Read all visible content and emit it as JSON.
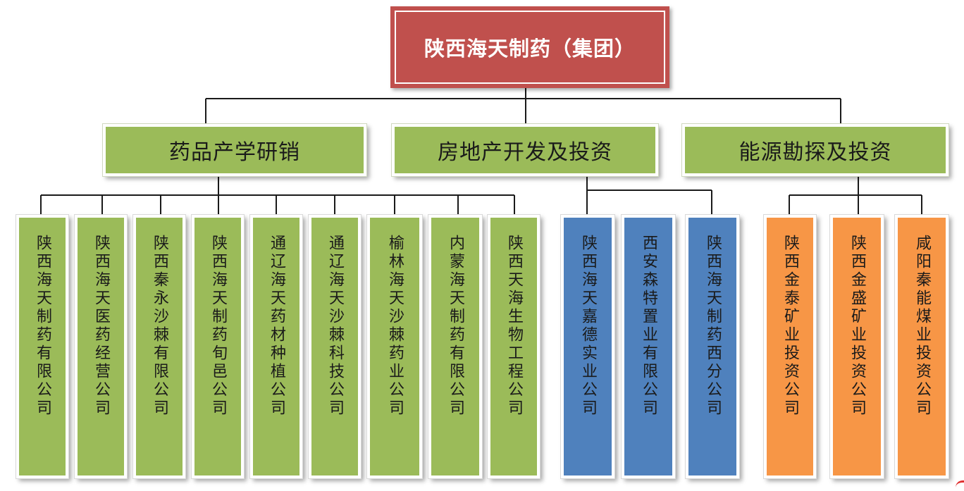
{
  "root": {
    "label": "陕西海天制药（集团）"
  },
  "divisions": [
    {
      "label": "药品产学研销",
      "color": "#9bbb59"
    },
    {
      "label": "房地产开发及投资",
      "color": "#9bbb59"
    },
    {
      "label": "能源勘探及投资",
      "color": "#9bbb59"
    }
  ],
  "companies": [
    {
      "label": "陕西海天制药有限公司",
      "division": 0,
      "color": "#9bbb59"
    },
    {
      "label": "陕西海天医药经营公司",
      "division": 0,
      "color": "#9bbb59"
    },
    {
      "label": "陕西秦永沙棘有限公司",
      "division": 0,
      "color": "#9bbb59"
    },
    {
      "label": "陕西海天制药旬邑公司",
      "division": 0,
      "color": "#9bbb59"
    },
    {
      "label": "通辽海天药材种植公司",
      "division": 0,
      "color": "#9bbb59"
    },
    {
      "label": "通辽海天沙棘科技公司",
      "division": 0,
      "color": "#9bbb59"
    },
    {
      "label": "榆林海天沙棘药业公司",
      "division": 0,
      "color": "#9bbb59"
    },
    {
      "label": "内蒙海天制药有限公司",
      "division": 0,
      "color": "#9bbb59"
    },
    {
      "label": "陕西天海生物工程公司",
      "division": 0,
      "color": "#9bbb59"
    },
    {
      "label": "陕西海天嘉德实业公司",
      "division": 1,
      "color": "#4f81bd"
    },
    {
      "label": "西安森特置业有限公司",
      "division": 1,
      "color": "#4f81bd"
    },
    {
      "label": "陕西海天制药西分公司",
      "division": 1,
      "color": "#4f81bd"
    },
    {
      "label": "陕西金泰矿业投资公司",
      "division": 2,
      "color": "#f79646"
    },
    {
      "label": "陕西金盛矿业投资公司",
      "division": 2,
      "color": "#f79646"
    },
    {
      "label": "咸阳秦能煤业投资公司",
      "division": 2,
      "color": "#f79646"
    }
  ]
}
